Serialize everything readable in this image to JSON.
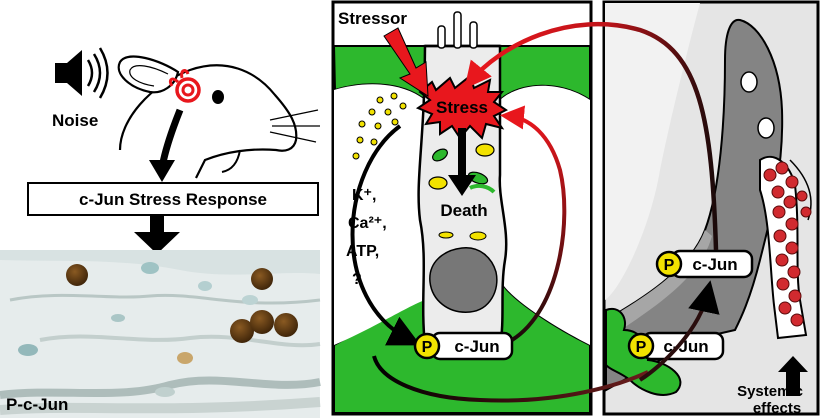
{
  "left_panel": {
    "noise_label": "Noise",
    "response_label": "c-Jun Stress Response",
    "micrograph_label": "P-c-Jun"
  },
  "middle_panel": {
    "stressor_label": "Stressor",
    "stress_label": "Stress",
    "death_label": "Death",
    "ions_lines": [
      "K⁺,",
      "Ca²⁺,",
      "ATP,",
      "?"
    ],
    "pjun": {
      "p": "P",
      "label": "c-Jun"
    }
  },
  "right_panel": {
    "pjun_upper": {
      "p": "P",
      "label": "c-Jun"
    },
    "pjun_lower": {
      "p": "P",
      "label": "c-Jun"
    },
    "systemic_lines": [
      "Systemic",
      "effects"
    ]
  },
  "colors": {
    "green": "#2db82d",
    "red": "#e8171d",
    "panel_gray": "#e5e5e5",
    "cell_gray": "#848484",
    "p_yellow": "#f2e200"
  }
}
